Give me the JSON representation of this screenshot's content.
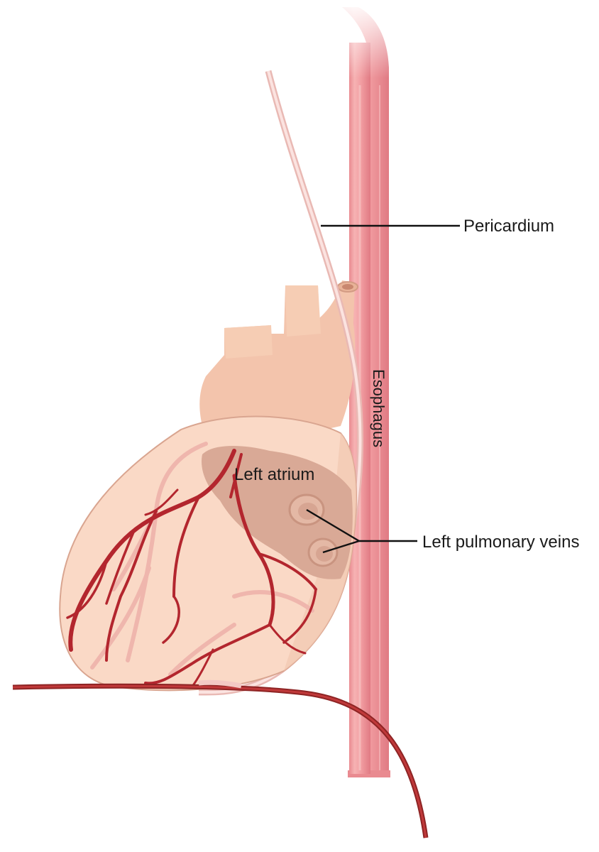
{
  "labels": {
    "pericardium": "Pericardium",
    "esophagus": "Esophagus",
    "left_atrium": "Left atrium",
    "left_pulmonary_veins": "Left pulmonary veins"
  },
  "colors": {
    "esophagus": "#ef9a9a",
    "esophagus_dark": "#e57b82",
    "heart_base": "#f6cdb4",
    "heart_body": "#fad9c6",
    "left_atrium": "#d9a996",
    "coronary_artery": "#b3262e",
    "coronary_vein": "#efb6ad",
    "pericardium_sac": "#f3c9c4",
    "aorta": "#a8302e"
  }
}
